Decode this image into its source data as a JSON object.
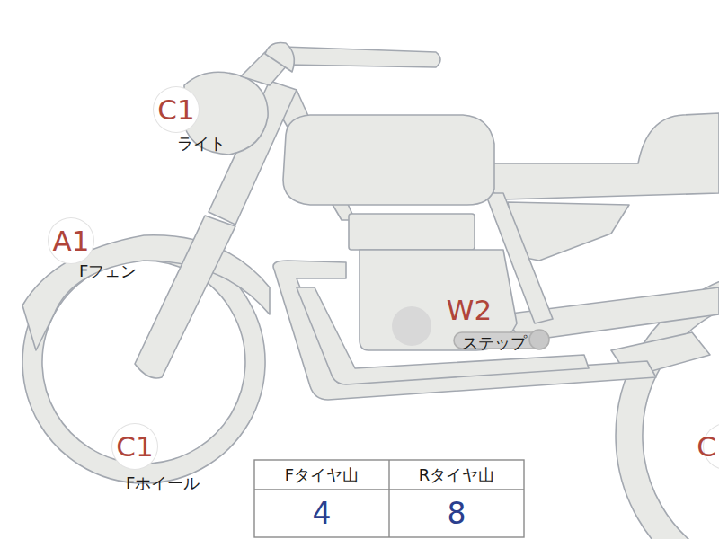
{
  "diagram": {
    "nodes": [
      {
        "text": [
          "C1",
          "ライト"
        ]
      },
      {
        "text": [
          "A1",
          "Fフェン"
        ]
      },
      {
        "text": [
          "W2",
          "ステップ"
        ]
      },
      {
        "text": [
          "C1",
          "Fホイール"
        ]
      },
      {
        "text": [
          "C"
        ]
      }
    ],
    "labels": [
      "Fタイヤ山",
      "Rタイヤ山",
      "4",
      "8"
    ]
  }
}
